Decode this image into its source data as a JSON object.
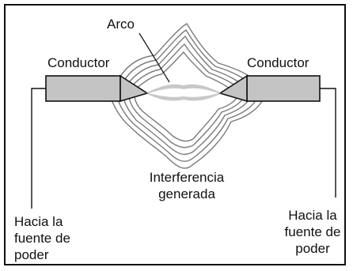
{
  "labels": {
    "arc": "Arco",
    "conductor_left": "Conductor",
    "conductor_right": "Conductor",
    "interference_line1": "Interferencia",
    "interference_line2": "generada",
    "left_source_line1": "Hacia la",
    "left_source_line2": "fuente de",
    "left_source_line3": "poder",
    "right_source_line1": "Hacia la",
    "right_source_line2": "fuente de",
    "right_source_line3": "poder"
  },
  "colors": {
    "conductor_fill": "#c4c4c4",
    "outline": "#111111",
    "wave_stroke": "#7a7a7a",
    "arc_glow": "#ffffff"
  }
}
